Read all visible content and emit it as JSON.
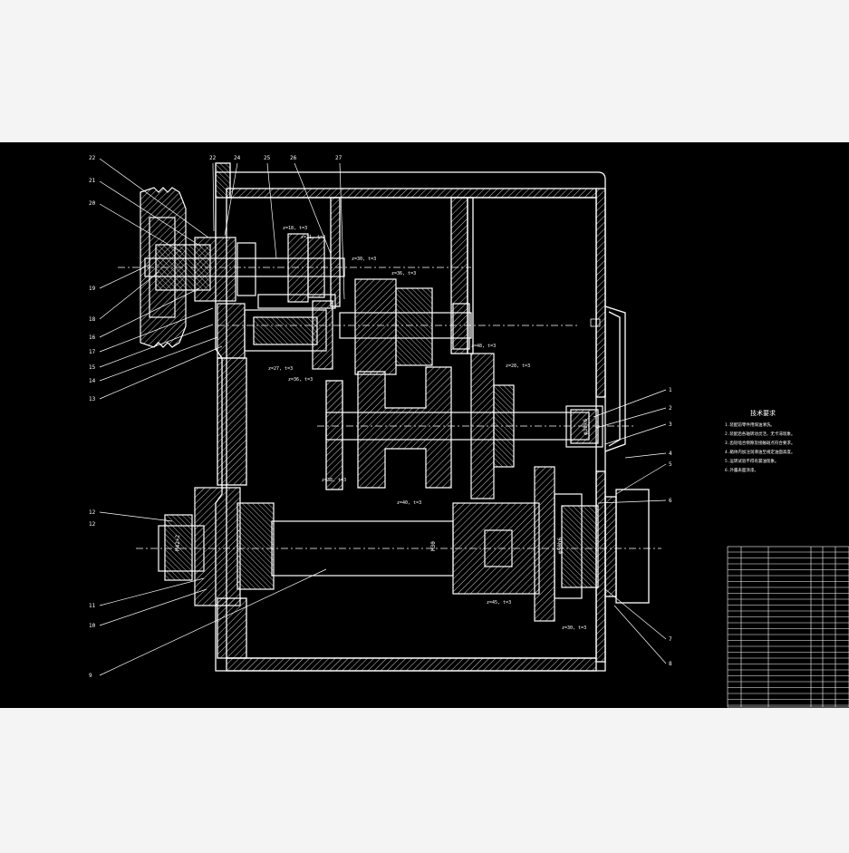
{
  "colors": {
    "page": "#f4f4f4",
    "sheet": "#000000",
    "line": "#ffffff"
  },
  "drawing": {
    "balloons_left": [
      "22",
      "21",
      "20",
      "19",
      "18",
      "16",
      "17",
      "15",
      "14",
      "13",
      "12",
      "12",
      "11",
      "10",
      "9"
    ],
    "balloons_top": [
      "22",
      "24",
      "25",
      "26",
      "27"
    ],
    "balloons_right": [
      "1",
      "2",
      "3",
      "4",
      "5",
      "6",
      "7",
      "8"
    ],
    "gear_labels": [
      "z=18, t=3",
      "z=21, t=3",
      "z=30, t=3",
      "z=36, t=3",
      "z=48, t=3",
      "z=28, t=3",
      "z=27, t=3",
      "z=36, t=3",
      "z=38, t=3",
      "z=40, t=3",
      "z=45, t=3",
      "z=30, t=3"
    ],
    "shaft_labels": [
      "M30",
      "M42×2",
      "φ50h6",
      "φ30k6"
    ]
  },
  "notes": {
    "title": "技术要求",
    "lines": [
      "1.装配前零件用煤油清洗。",
      "2.装配后各轴转动灵活，无卡滞现象。",
      "3.齿轮啮合侧隙及接触斑点符合要求。",
      "4.箱体内加注润滑油至规定油面高度。",
      "5.运转试验不得有漏油现象。",
      "6.外露表面涂漆。"
    ]
  }
}
